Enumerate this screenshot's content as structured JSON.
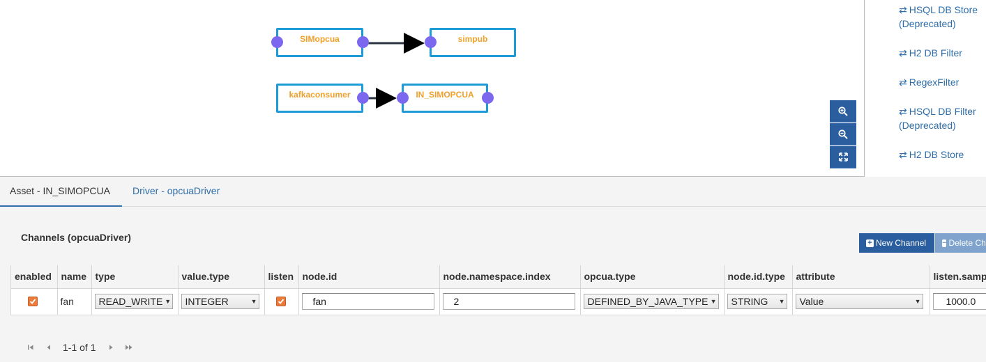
{
  "diagram": {
    "nodes": [
      {
        "id": "simopcua",
        "label": "SIMopcua"
      },
      {
        "id": "simpub",
        "label": "simpub"
      },
      {
        "id": "kafkaconsumer",
        "label": "kafkaconsumer"
      },
      {
        "id": "in_simopcua",
        "label": "IN_SIMOPCUA"
      }
    ],
    "connections": [
      {
        "from": "SIMopcua",
        "to": "simpub"
      },
      {
        "from": "kafkaconsumer",
        "to": "IN_SIMOPCUA"
      }
    ]
  },
  "zoom_controls": {
    "zoom_in_icon": "zoom-in-icon",
    "zoom_out_icon": "zoom-out-icon",
    "fit_icon": "expand-icon"
  },
  "palette": {
    "icon": "⇄",
    "items": [
      {
        "line1": "HSQL DB Store",
        "line2": "(Deprecated)"
      },
      {
        "line1": "H2 DB Filter",
        "line2": ""
      },
      {
        "line1": "RegexFilter",
        "line2": ""
      },
      {
        "line1": "HSQL DB Filter",
        "line2": "(Deprecated)"
      },
      {
        "line1": "H2 DB Store",
        "line2": ""
      }
    ]
  },
  "tabs": [
    {
      "label": "Asset - IN_SIMOPCUA",
      "active": true
    },
    {
      "label": "Driver - opcuaDriver",
      "active": false
    }
  ],
  "channels": {
    "title": "Channels (opcuaDriver)",
    "new_button": "New Channel",
    "delete_button": "Delete Ch",
    "columns": [
      "enabled",
      "name",
      "type",
      "value.type",
      "listen",
      "node.id",
      "node.namespace.index",
      "opcua.type",
      "node.id.type",
      "attribute",
      "listen.samp"
    ],
    "rows": [
      {
        "enabled": true,
        "name": "fan",
        "type": "READ_WRITE",
        "value_type": "INTEGER",
        "listen": true,
        "node_id": "fan",
        "namespace_index": "2",
        "opcua_type": "DEFINED_BY_JAVA_TYPE",
        "node_id_type": "STRING",
        "attribute": "Value",
        "listen_sampling": "1000.0"
      }
    ]
  },
  "pager": {
    "text": "1-1 of 1"
  },
  "colors": {
    "node_border": "#1e9bd7",
    "node_label": "#f0a02a",
    "port": "#7b68ee",
    "link": "#2f6ea8",
    "button_primary": "#2a5e9e",
    "button_disabled": "#7fa3cc",
    "checkbox": "#ec7a3a"
  }
}
